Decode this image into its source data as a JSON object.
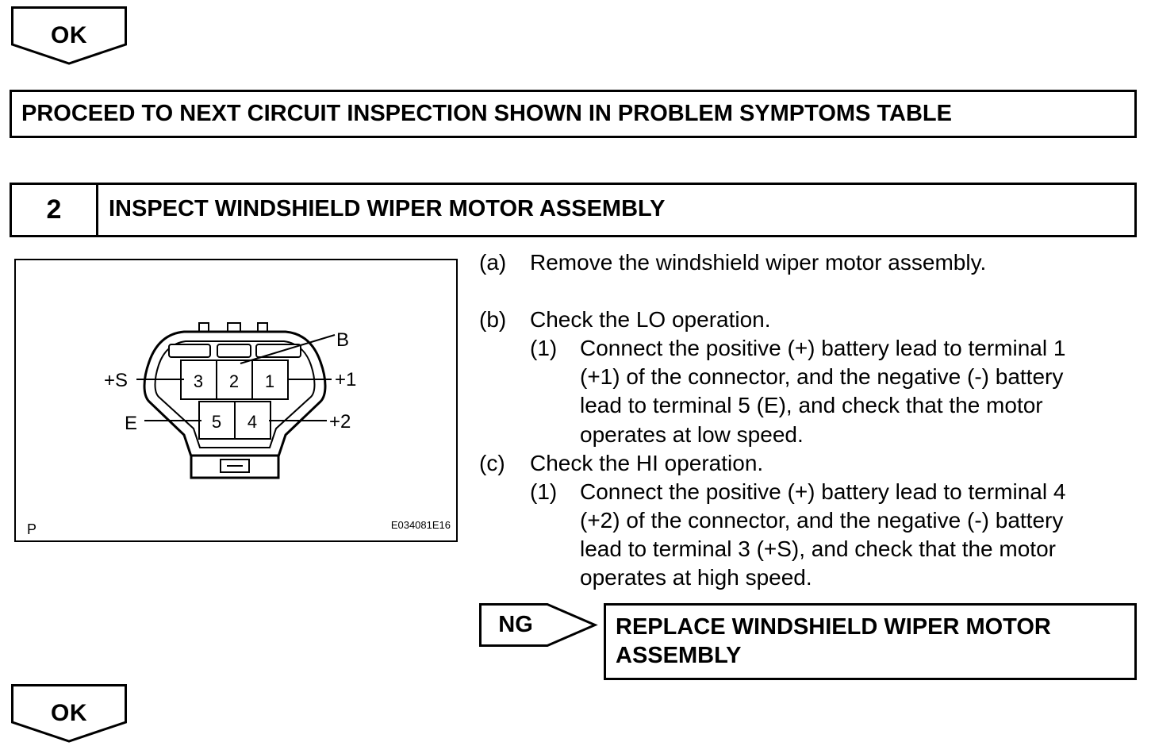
{
  "top_result": {
    "label": "OK"
  },
  "proceed_box": {
    "text": "PROCEED TO NEXT CIRCUIT INSPECTION SHOWN IN PROBLEM SYMPTOMS TABLE"
  },
  "step": {
    "number": "2",
    "title": "INSPECT WINDSHIELD WIPER MOTOR ASSEMBLY"
  },
  "diagram": {
    "terminals": [
      "3",
      "2",
      "1",
      "5",
      "4"
    ],
    "callouts": {
      "b": "B",
      "plus_s": "+S",
      "plus_1": "+1",
      "e": "E",
      "plus_2": "+2"
    },
    "corner_label": "P",
    "figure_code": "E034081E16"
  },
  "instructions": {
    "a": {
      "marker": "(a)",
      "text": "Remove the windshield wiper motor assembly."
    },
    "b": {
      "marker": "(b)",
      "text": "Check the LO operation.",
      "sub_marker": "(1)",
      "sub_lines": [
        "Connect the positive (+) battery lead to terminal 1",
        "(+1) of the connector, and the negative (-) battery",
        "lead to terminal 5 (E), and check that the motor",
        "operates at low speed."
      ]
    },
    "c": {
      "marker": "(c)",
      "text": "Check the HI operation.",
      "sub_marker": "(1)",
      "sub_lines": [
        "Connect the positive (+) battery lead to terminal 4",
        "(+2) of the connector, and the negative (-) battery",
        "lead to terminal 3 (+S), and check that the motor",
        "operates at high speed."
      ]
    }
  },
  "ng_result": {
    "label": "NG",
    "action_lines": [
      "REPLACE WINDSHIELD WIPER MOTOR",
      "ASSEMBLY"
    ]
  },
  "bottom_result": {
    "label": "OK"
  }
}
